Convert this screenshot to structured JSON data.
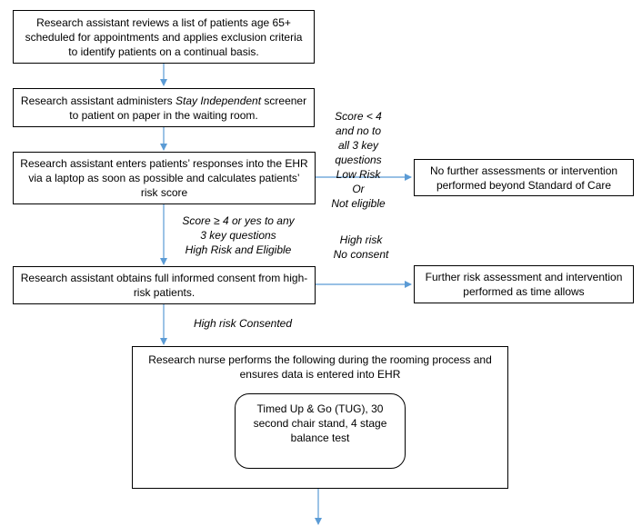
{
  "steps": {
    "s1": "Research assistant reviews a list of patients age 65+ scheduled for appointments and applies exclusion criteria to identify patients on a continual basis.",
    "s2_pre": "Research assistant administers ",
    "s2_em": "Stay Independent",
    "s2_post": " screener to patient on paper in the waiting room.",
    "s3": "Research assistant enters patients’ responses into the EHR via a laptop as soon as possible and calculates patients’ risk score",
    "s4": "Research assistant obtains full informed consent from high-risk patients.",
    "s5": "Research nurse performs the following during the rooming process and ensures data is entered into EHR",
    "s5_inner": "Timed Up & Go (TUG), 30 second chair stand, 4 stage balance test"
  },
  "outcomes": {
    "low": "No further assessments or intervention performed beyond Standard of Care",
    "further": "Further risk assessment and intervention performed as time allows"
  },
  "labels": {
    "low_risk": [
      "Score < 4",
      "and no to",
      "all 3 key",
      "questions",
      "Low Risk",
      "Or",
      "Not eligible"
    ],
    "high_eligible": [
      "Score ≥ 4 or yes to any",
      "3 key questions",
      "High Risk and Eligible"
    ],
    "high_no_consent": [
      "High risk",
      "No consent"
    ],
    "high_consented": "High risk Consented"
  },
  "colors": {
    "arrow": "#5b9bd5",
    "border": "#000000"
  }
}
